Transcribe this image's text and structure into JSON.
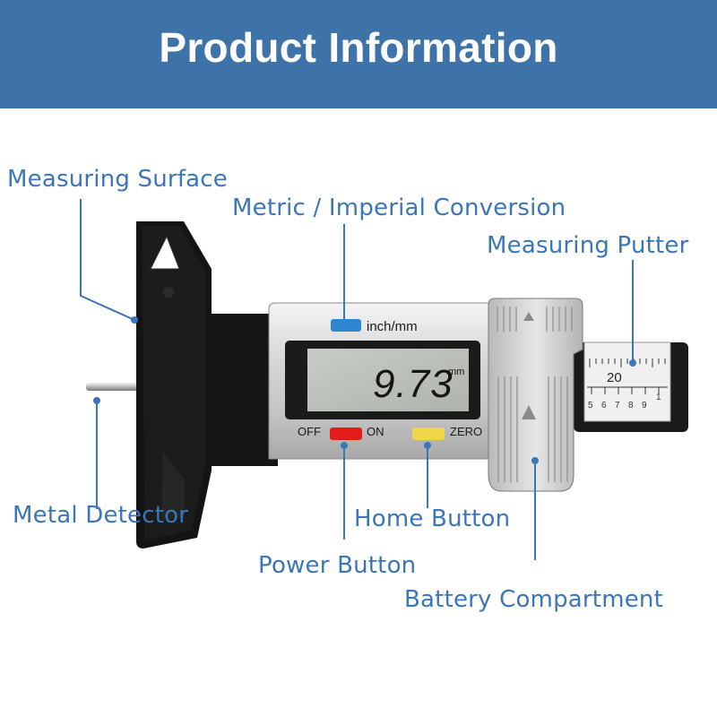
{
  "header": {
    "title": "Product Information"
  },
  "device": {
    "display_value": "9.73",
    "display_unit": "mm",
    "unit_button_label": "inch/mm",
    "off_label": "OFF",
    "on_label": "ON",
    "zero_label": "ZERO",
    "scale_label": "20",
    "scale_ticks": [
      "5",
      "6",
      "7",
      "8",
      "9",
      "1"
    ]
  },
  "callouts": {
    "measuring_surface": "Measuring Surface",
    "metric_imperial": "Metric / Imperial Conversion",
    "measuring_putter": "Measuring Putter",
    "metal_detector": "Metal Detector",
    "home_button": "Home Button",
    "power_button": "Power Button",
    "battery_compartment": "Battery Compartment"
  },
  "colors": {
    "header_bg": "#3d73a8",
    "label_text": "#3b76b8",
    "unit_button": "#2f86d0",
    "power_button": "#e21b1b",
    "zero_button": "#f2d64a"
  }
}
